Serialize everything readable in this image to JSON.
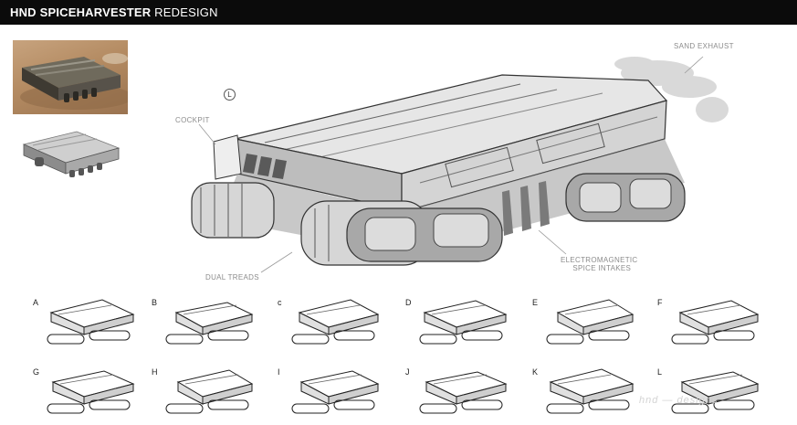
{
  "header": {
    "title_bold": "HND SPICEHARVESTER",
    "title_light": "REDESIGN"
  },
  "view_badge": "L",
  "callouts": {
    "cockpit": "COCKPIT",
    "sand_exhaust": "SAND EXHAUST",
    "dual_treads": "DUAL TREADS",
    "em_line1": "ELECTROMAGNETIC",
    "em_line2": "SPICE INTAKES"
  },
  "sketches": [
    "A",
    "B",
    "c",
    "D",
    "E",
    "F",
    "G",
    "H",
    "I",
    "J",
    "K",
    "L"
  ],
  "watermark": "hnd — designs",
  "colors": {
    "header_bg": "#0b0b0b",
    "callout_text": "#8c8c8c",
    "body_fill": "#d9d9d9",
    "shadow_fill": "#9a9a9a"
  }
}
